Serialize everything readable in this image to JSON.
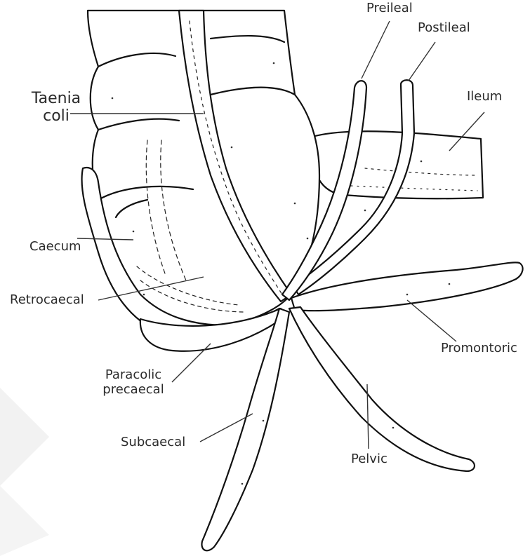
{
  "figure": {
    "labels": {
      "preileal": "Preileal",
      "postileal": "Postileal",
      "ileum": "Ileum",
      "taenia_coli": "Taenia\ncoli",
      "caecum": "Caecum",
      "retrocaecal": "Retrocaecal",
      "promontoric": "Promontoric",
      "paracolic_precaecal": "Paracolic\nprecaecal",
      "subcaecal": "Subcaecal",
      "pelvic": "Pelvic"
    }
  }
}
